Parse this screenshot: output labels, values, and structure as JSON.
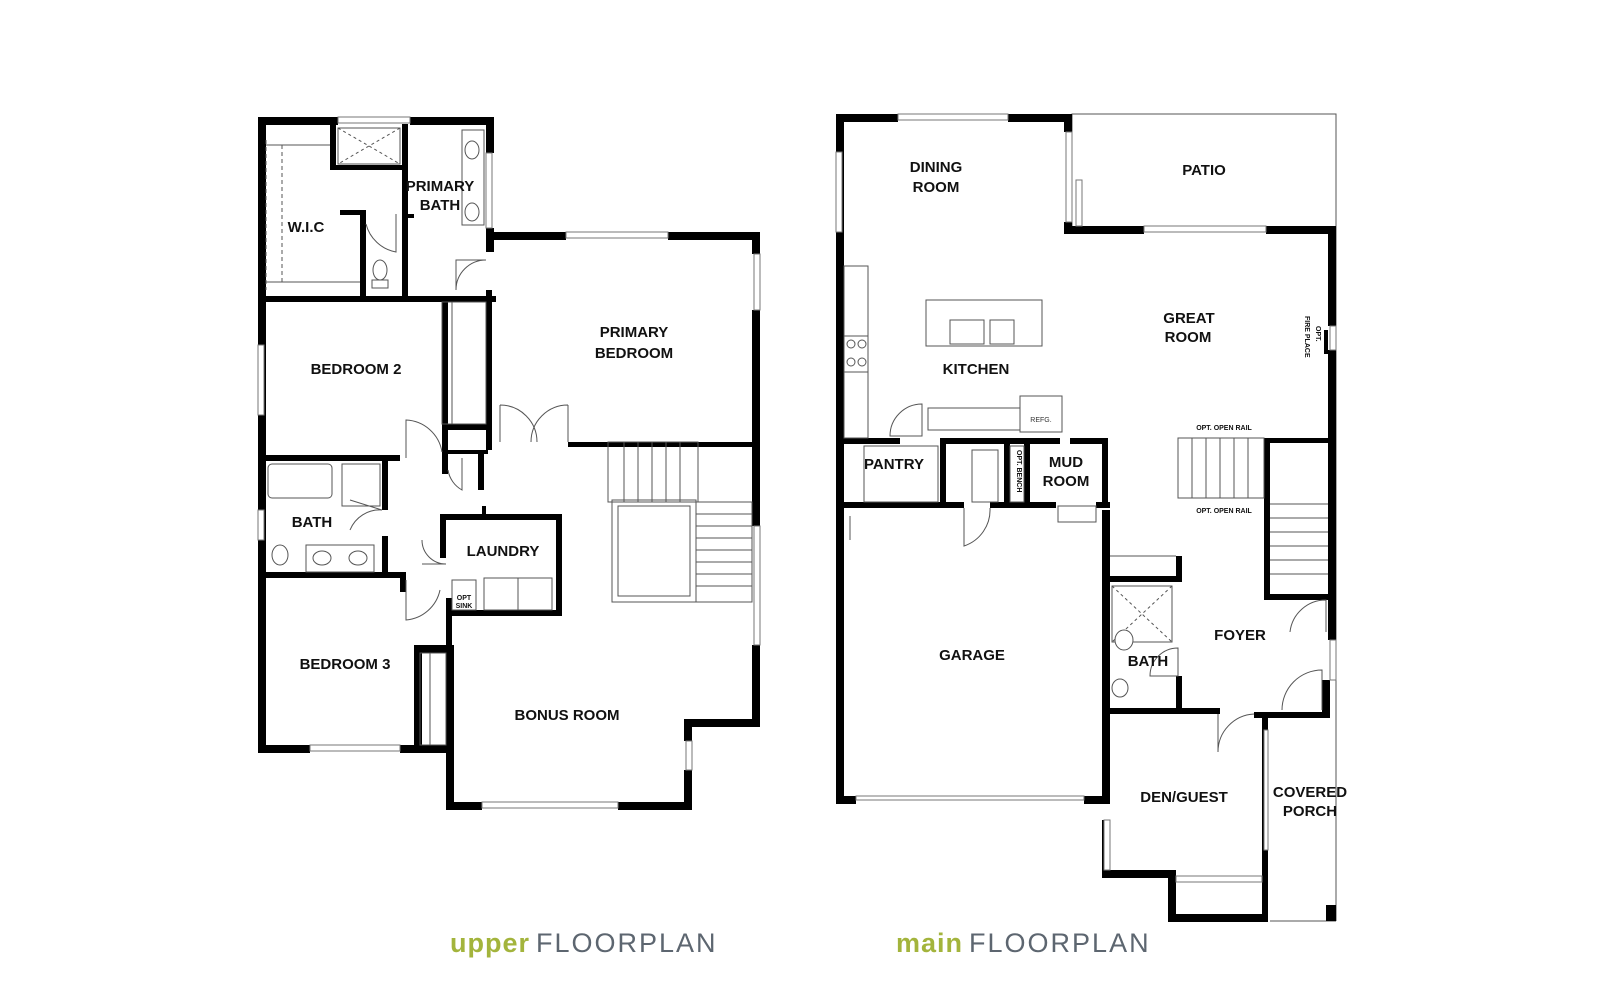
{
  "plans": {
    "upper": {
      "level": "upper",
      "suffix": "FLOORPLAN",
      "rooms": {
        "wic": "W.I.C",
        "primary_bath_1": "PRIMARY",
        "primary_bath_2": "BATH",
        "primary_bed_1": "PRIMARY",
        "primary_bed_2": "BEDROOM",
        "bedroom2": "BEDROOM 2",
        "bath": "BATH",
        "laundry": "LAUNDRY",
        "bedroom3": "BEDROOM 3",
        "bonus": "BONUS ROOM",
        "opt_sink_1": "OPT",
        "opt_sink_2": "SINK"
      }
    },
    "main": {
      "level": "main",
      "suffix": "FLOORPLAN",
      "rooms": {
        "dining_1": "DINING",
        "dining_2": "ROOM",
        "patio": "PATIO",
        "great_1": "GREAT",
        "great_2": "ROOM",
        "fireplace_1": "OPT.",
        "fireplace_2": "FIRE PLACE",
        "kitchen": "KITCHEN",
        "refg": "REFG.",
        "pantry": "PANTRY",
        "opt_bench": "OPT. BENCH",
        "mud_1": "MUD",
        "mud_2": "ROOM",
        "opt_rail_1": "OPT. OPEN RAIL",
        "opt_rail_2": "OPT. OPEN RAIL",
        "garage": "GARAGE",
        "foyer": "FOYER",
        "bath": "BATH",
        "den": "DEN/GUEST",
        "porch_1": "COVERED",
        "porch_2": "PORCH"
      }
    }
  }
}
